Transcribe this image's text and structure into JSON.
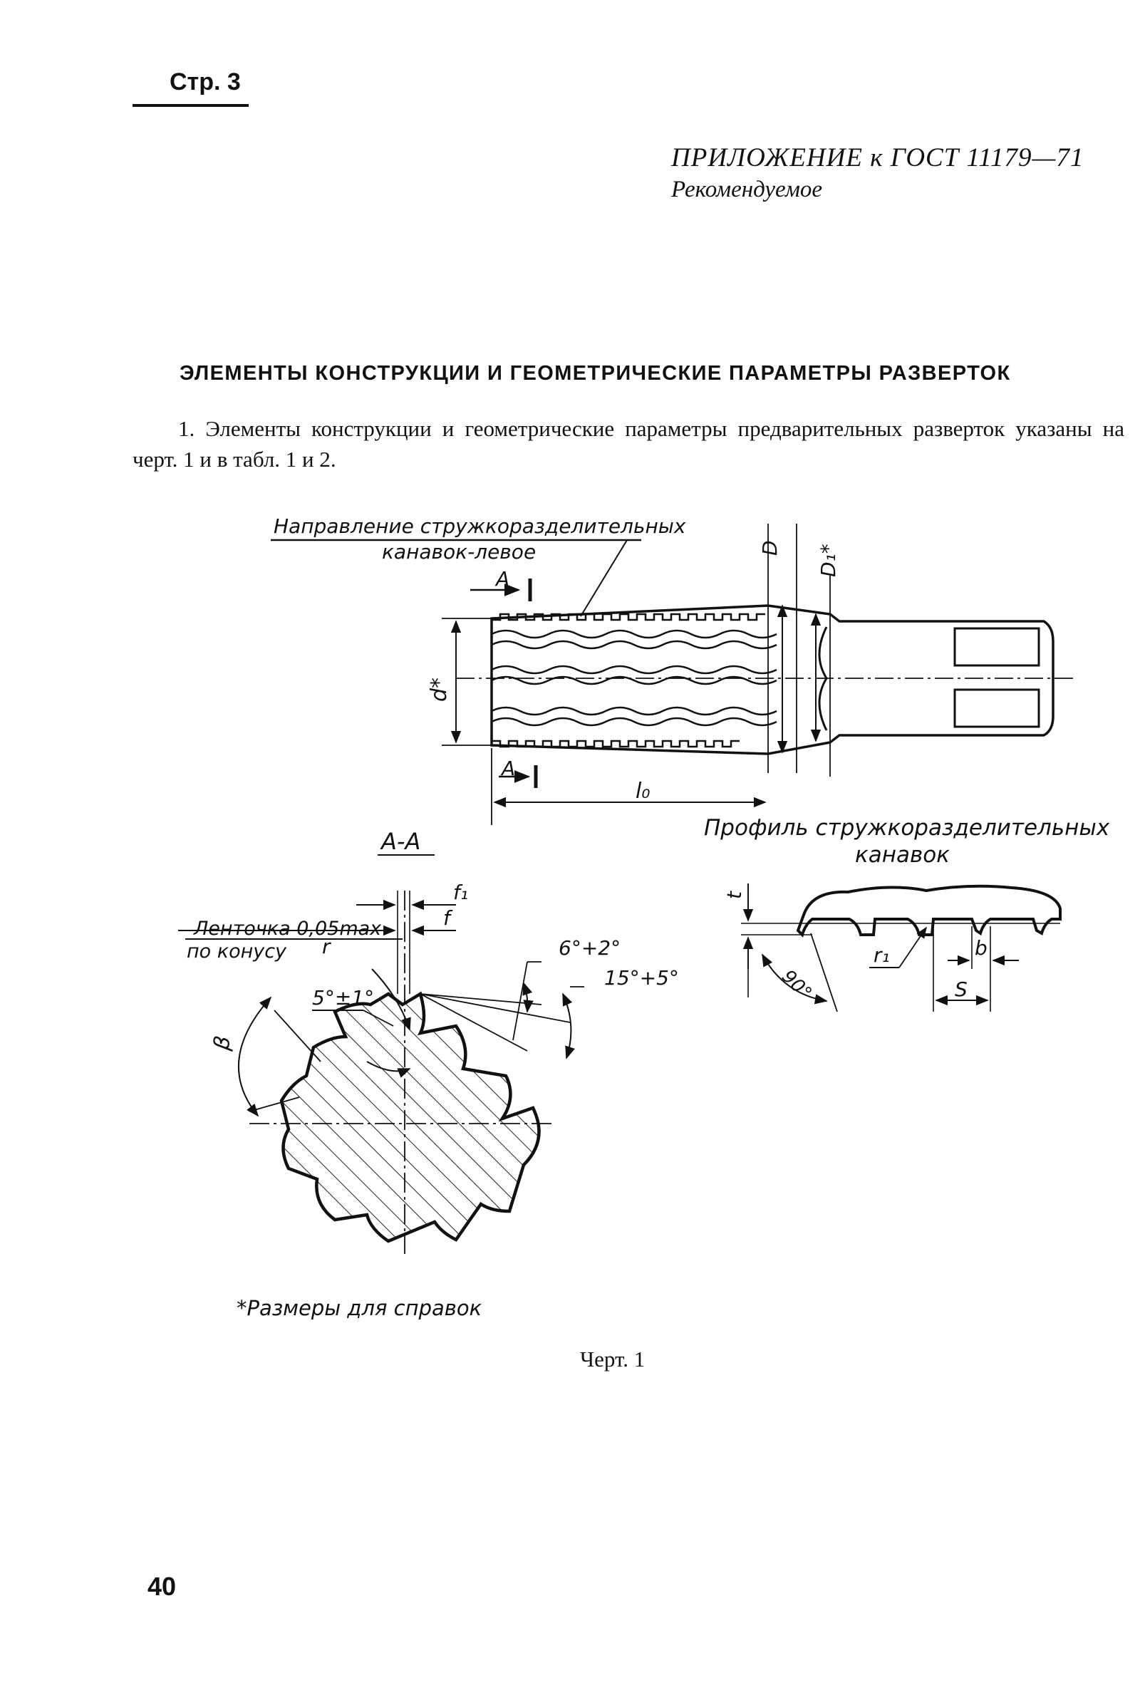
{
  "header": {
    "page_label": "Стр. 3",
    "appendix_title": "ПРИЛОЖЕНИЕ к ГОСТ 11179—71",
    "appendix_status": "Рекомендуемое"
  },
  "section": {
    "heading": "ЭЛЕМЕНТЫ КОНСТРУКЦИИ И ГЕОМЕТРИЧЕСКИЕ ПАРАМЕТРЫ РАЗВЕРТОК",
    "paragraph": "1. Элементы конструкции и геометрические параметры предварительных разверток указаны на черт. 1 и в табл. 1 и 2."
  },
  "figure": {
    "direction_label_1": "Направление стружкоразделительных",
    "direction_label_2": "канавок-левое",
    "section_mark": "А",
    "dim_D": "D",
    "dim_D1": "D₁*",
    "dim_d": "d*",
    "dim_l0": "l₀",
    "section_view_label": "А-А",
    "profile_label_1": "Профиль стружкоразделительных",
    "profile_label_2": "канавок",
    "land_label_1": "Ленточка 0,05max",
    "land_label_2": "по конусу",
    "dim_f1": "f₁",
    "dim_f": "f",
    "dim_r": "r",
    "angle_5": "5°±1°",
    "angle_6": "6°+2°",
    "angle_15": "15°+5°",
    "angle_beta": "β",
    "dim_t": "t",
    "angle_90": "90°",
    "dim_r1": "r₁",
    "dim_b": "b",
    "dim_S": "S",
    "reference_note": "*Размеры для справок",
    "caption": "Черт. 1"
  },
  "footer": {
    "page_number": "40"
  }
}
